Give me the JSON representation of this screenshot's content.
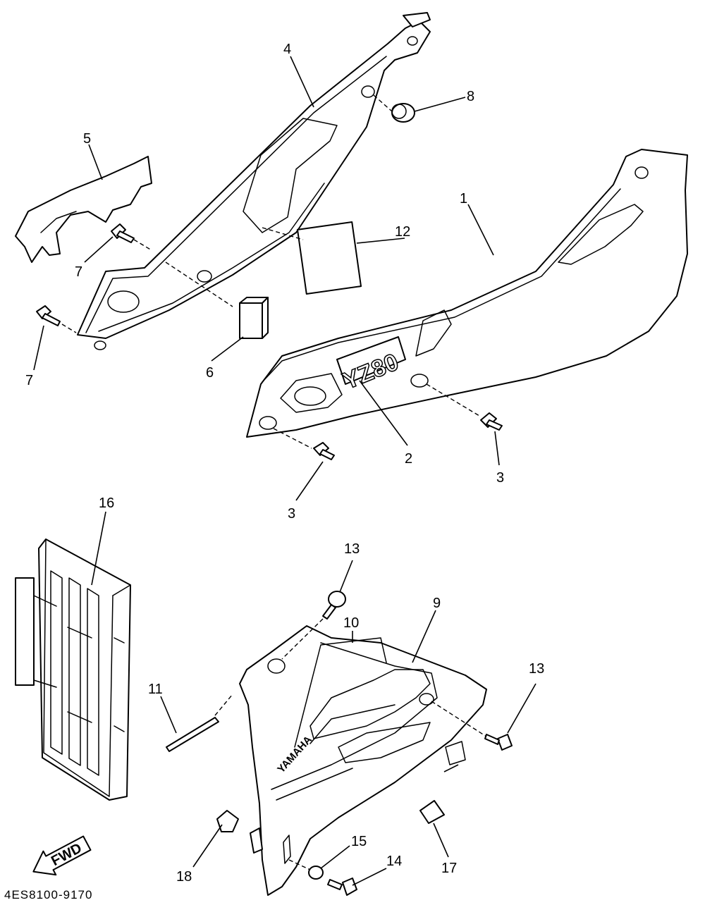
{
  "diagram": {
    "code": "4ES8100-9170",
    "fwd_arrow_text": "FWD",
    "emblem_text": "YZ80",
    "brand_text": "YAMAHA",
    "callouts": {
      "c1": "1",
      "c2": "2",
      "c3a": "3",
      "c3b": "3",
      "c4": "4",
      "c5": "5",
      "c6": "6",
      "c7a": "7",
      "c7b": "7",
      "c8": "8",
      "c9": "9",
      "c10": "10",
      "c11": "11",
      "c12": "12",
      "c13a": "13",
      "c13b": "13",
      "c14": "14",
      "c15": "15",
      "c16": "16",
      "c17": "17",
      "c18": "18"
    }
  }
}
